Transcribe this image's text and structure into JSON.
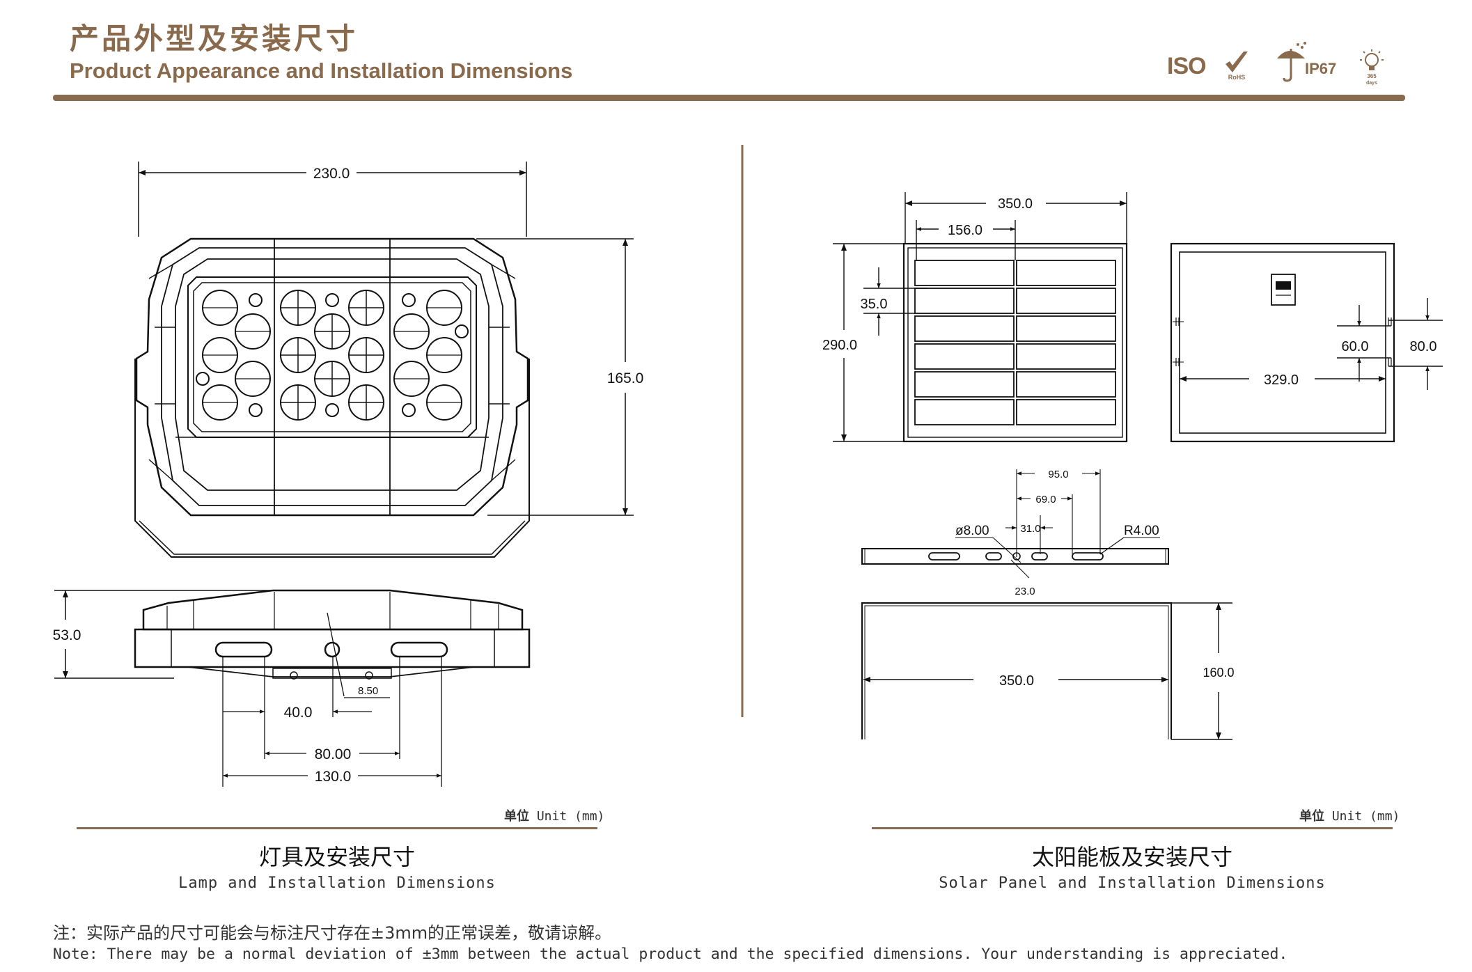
{
  "header": {
    "title_cn": "产品外型及安装尺寸",
    "title_en": "Product Appearance and Installation Dimensions",
    "certifications": {
      "iso": "ISO",
      "rohs": "RoHS",
      "ip": "IP67",
      "days_number": "365",
      "days_word": "days"
    },
    "accent_color": "#8a6a4c"
  },
  "lamp": {
    "dims": {
      "width": "230.0",
      "height": "165.0",
      "depth": "53.0",
      "hole": "8.50",
      "offset": "40.0",
      "slot_spacing": "80.00",
      "slot_span": "130.0"
    },
    "unit_cn": "单位",
    "unit_en": "Unit (mm)",
    "caption_cn": "灯具及安装尺寸",
    "caption_en": "Lamp and Installation Dimensions"
  },
  "solar": {
    "dims": {
      "width": "350.0",
      "cell_width": "156.0",
      "cell_height": "35.0",
      "height": "290.0",
      "mount_inner": "60.0",
      "mount_outer": "80.0",
      "rear_width": "329.0"
    },
    "bracket": {
      "d1": "95.0",
      "d2": "69.0",
      "d3": "31.0",
      "hole": "ø8.00",
      "radius": "R4.00",
      "d4": "23.0",
      "width": "350.0",
      "height": "160.0"
    },
    "unit_cn": "单位",
    "unit_en": "Unit (mm)",
    "caption_cn": "太阳能板及安装尺寸",
    "caption_en": "Solar Panel and Installation Dimensions"
  },
  "note": {
    "cn": "注：实际产品的尺寸可能会与标注尺寸存在±3mm的正常误差，敬请谅解。",
    "en": "Note: There may be a normal deviation of ±3mm between the actual product and the specified dimensions. Your understanding is appreciated."
  }
}
